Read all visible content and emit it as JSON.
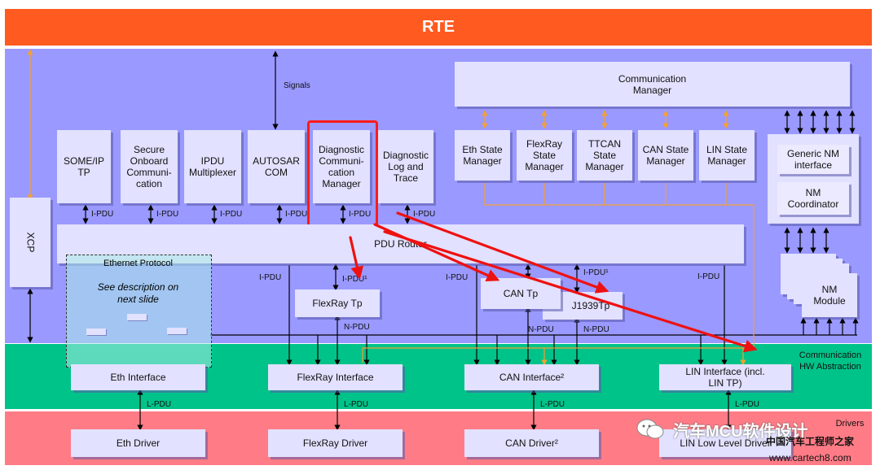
{
  "rte": "RTE",
  "signals": "Signals",
  "com_manager": "Communication Manager",
  "xcp": "XCP",
  "upper_modules": [
    "SOME/IP TP",
    "Secure Onboard Communi-cation",
    "IPDU Multiplexer",
    "AUTOSAR COM",
    "Diagnostic Communi-cation Manager",
    "Diagnostic Log and Trace"
  ],
  "state_managers": [
    "Eth State Manager",
    "FlexRay State Manager",
    "TTCAN State Manager",
    "CAN State Manager",
    "LIN State Manager"
  ],
  "generic_nm": "Generic NM interface",
  "nm_coordinator": "NM Coordinator",
  "nm_module": "NM Module",
  "ipdu": "I-PDU",
  "ipdu1": "I-PDU¹",
  "npdu": "N-PDU",
  "lpdu": "L-PDU",
  "pdu_router": "PDU Router",
  "ethernet_protocol": "Ethernet Protocol",
  "see_desc": "See description on next slide",
  "tps": [
    "FlexRay Tp",
    "CAN Tp",
    "J1939Tp"
  ],
  "hw_abstraction": "Communication HW Abstraction",
  "interfaces": [
    "Eth Interface",
    "FlexRay Interface",
    "CAN Interface²",
    "LIN Interface (incl. LIN TP)"
  ],
  "drivers_label": "Drivers",
  "drivers": [
    "Eth Driver",
    "FlexRay Driver",
    "CAN Driver²",
    "LIN Low Level Driver"
  ],
  "watermark": "汽车MCU软件设计",
  "watermark_cn": "中国汽车工程师之家",
  "watermark_url": "www.cartech8.com",
  "colors": {
    "rte": "#ff5a1f",
    "com": "#9a99ff",
    "hw": "#00c389",
    "drivers": "#ff7c86",
    "highlight": "#ff1a1a",
    "arrow": "#ee1111",
    "orange_line": "#f5a030"
  }
}
